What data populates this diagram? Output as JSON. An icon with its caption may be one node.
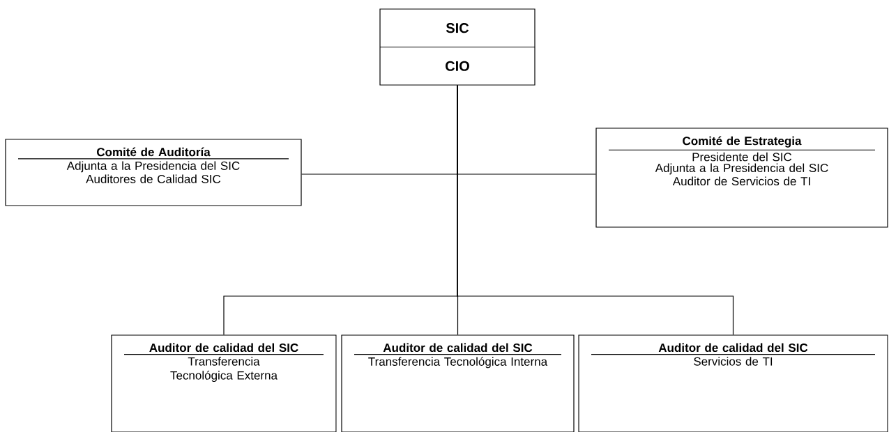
{
  "diagram": {
    "nodes": [
      {
        "text": [
          "SIC",
          "CIO"
        ]
      },
      {
        "text": [
          "Comité de Auditoría",
          "Adjunta a la Presidencia del SIC",
          "Auditores de Calidad SIC"
        ]
      },
      {
        "text": [
          "Comité de Estrategia",
          "Presidente del SIC",
          "Adjunta a la Presidencia del SIC",
          "Auditor de Servicios de TI"
        ]
      },
      {
        "text": [
          "Auditor de calidad del SIC",
          "Transferencia Tecnológica Externa"
        ]
      },
      {
        "text": [
          "Auditor de calidad del SIC",
          "Transferencia Tecnológica Interna"
        ]
      },
      {
        "text": [
          "Auditor de calidad del SIC",
          "Servicios de TI"
        ]
      }
    ],
    "edges": [
      {
        "from": 0,
        "to": 1,
        "arrow": "none"
      },
      {
        "from": 0,
        "to": 2,
        "arrow": "none"
      },
      {
        "from": 0,
        "to": 3,
        "arrow": "none"
      },
      {
        "from": 0,
        "to": 4,
        "arrow": "none"
      },
      {
        "from": 0,
        "to": 5,
        "arrow": "none"
      }
    ]
  }
}
